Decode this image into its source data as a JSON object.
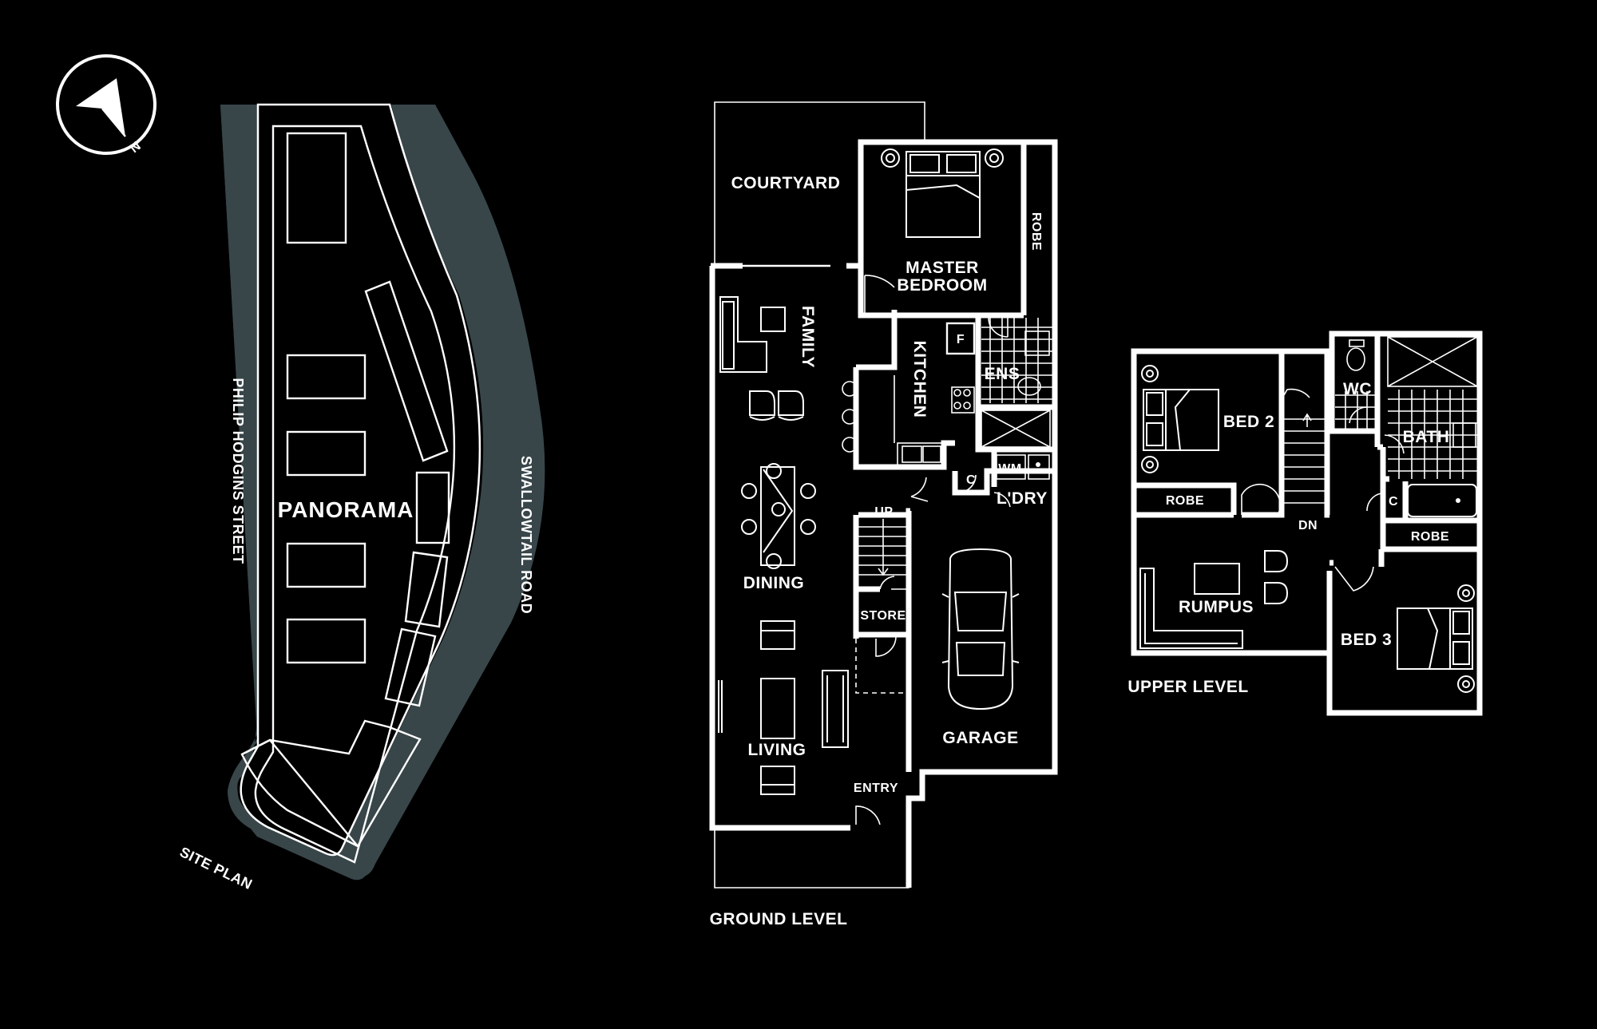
{
  "colors": {
    "background": "#000000",
    "lines": "#ffffff",
    "road": "#38464a"
  },
  "icons": {
    "compass": "north-arrow-icon",
    "car": "car-icon",
    "bed": "bed-icon"
  },
  "compass": {
    "label": "N"
  },
  "site_plan": {
    "title": "SITE PLAN",
    "name": "PANORAMA",
    "street_left": "PHILIP HODGINS STREET",
    "street_right": "SWALLOWTAIL ROAD"
  },
  "ground_level": {
    "title": "GROUND LEVEL",
    "rooms": {
      "courtyard": "COURTYARD",
      "master_line1": "MASTER",
      "master_line2": "BEDROOM",
      "robe": "ROBE",
      "family": "FAMILY",
      "kitchen": "KITCHEN",
      "fridge": "F",
      "ens": "ENS",
      "wm": "WM",
      "cupboard": "C",
      "laundry": "L'DRY",
      "up": "UP",
      "dining": "DINING",
      "store": "STORE",
      "garage": "GARAGE",
      "living": "LIVING",
      "entry": "ENTRY"
    }
  },
  "upper_level": {
    "title": "UPPER LEVEL",
    "rooms": {
      "bed2": "BED 2",
      "wc": "WC",
      "bath": "BATH",
      "robe_bed2": "ROBE",
      "cupboard": "C",
      "down": "DN",
      "robe_bed3": "ROBE",
      "rumpus": "RUMPUS",
      "bed3": "BED 3"
    }
  }
}
